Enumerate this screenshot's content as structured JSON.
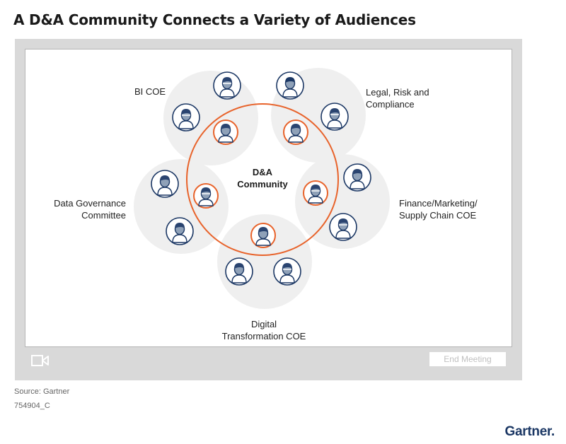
{
  "title": "A D&A Community Connects a Variety of Audiences",
  "diagram": {
    "center": {
      "line1": "D&A",
      "line2": "Community"
    },
    "groups": [
      {
        "id": "bi",
        "label_lines": [
          "BI COE"
        ]
      },
      {
        "id": "legal",
        "label_lines": [
          "Legal, Risk and",
          "Compliance"
        ]
      },
      {
        "id": "finance",
        "label_lines": [
          "Finance/Marketing/",
          "Supply Chain COE"
        ]
      },
      {
        "id": "digital",
        "label_lines": [
          "Digital",
          "Transformation COE"
        ]
      },
      {
        "id": "governance",
        "label_lines": [
          "Data Governance",
          "Committee"
        ]
      }
    ]
  },
  "meeting_bar": {
    "camera_icon": "video-camera-icon",
    "end_button_label": "End Meeting"
  },
  "footer": {
    "source": "Source: Gartner",
    "code": "754904_C",
    "logo": "Gartner"
  },
  "colors": {
    "navy": "#1b3764",
    "orange": "#e8632b",
    "circle_gray": "#efefef",
    "frame_gray": "#d9d9d9"
  }
}
